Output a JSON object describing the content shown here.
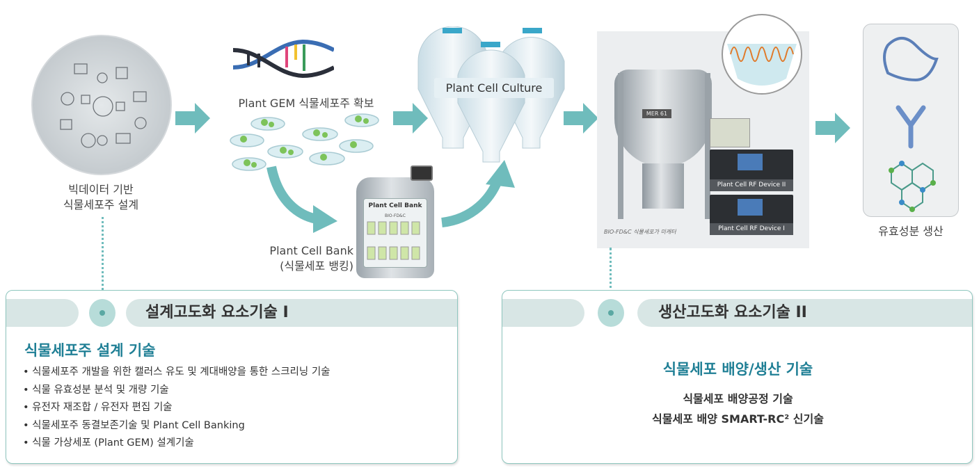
{
  "colors": {
    "teal_arrow": "#6fbcbc",
    "accent_text": "#1f7f95",
    "band": "#d8e6e5"
  },
  "stages": {
    "bigdata": {
      "label_line1": "빅데이터 기반",
      "label_line2": "식물세포주 설계"
    },
    "gem": {
      "label": "Plant GEM 식물세포주 확보"
    },
    "bank": {
      "label_line1": "Plant Cell Bank",
      "label_line2": "(식물세포 뱅킹)",
      "tank_label": "Plant Cell Bank",
      "tank_brand": "BIO-FD&C"
    },
    "culture": {
      "label": "Plant Cell Culture"
    },
    "reactor": {
      "tag": "MER 61",
      "device2": "Plant Cell RF Device II",
      "device1": "Plant Cell RF Device I",
      "caption": "BIO-FD&C 식물세포가 미캐터"
    },
    "product": {
      "label": "유효성분 생산"
    }
  },
  "panel_left": {
    "title": "설계고도화 요소기술 I",
    "subtitle": "식물세포주 설계 기술",
    "items": [
      "식물세포주 개발을 위한 캘러스 유도 및 계대배양을 통한 스크리닝 기술",
      "식물 유효성분 분석 및 개량 기술",
      "유전자 재조합 / 유전자 편집 기술",
      "식물세포주 동결보존기술 및 Plant Cell Banking",
      "식물 가상세포 (Plant GEM) 설계기술"
    ]
  },
  "panel_right": {
    "title": "생산고도화 요소기술 II",
    "subtitle": "식물세포 배양/생산 기술",
    "line1": "식물세포 배양공정 기술",
    "line2": "식물세포 배양 SMART-RC² 신기술"
  }
}
